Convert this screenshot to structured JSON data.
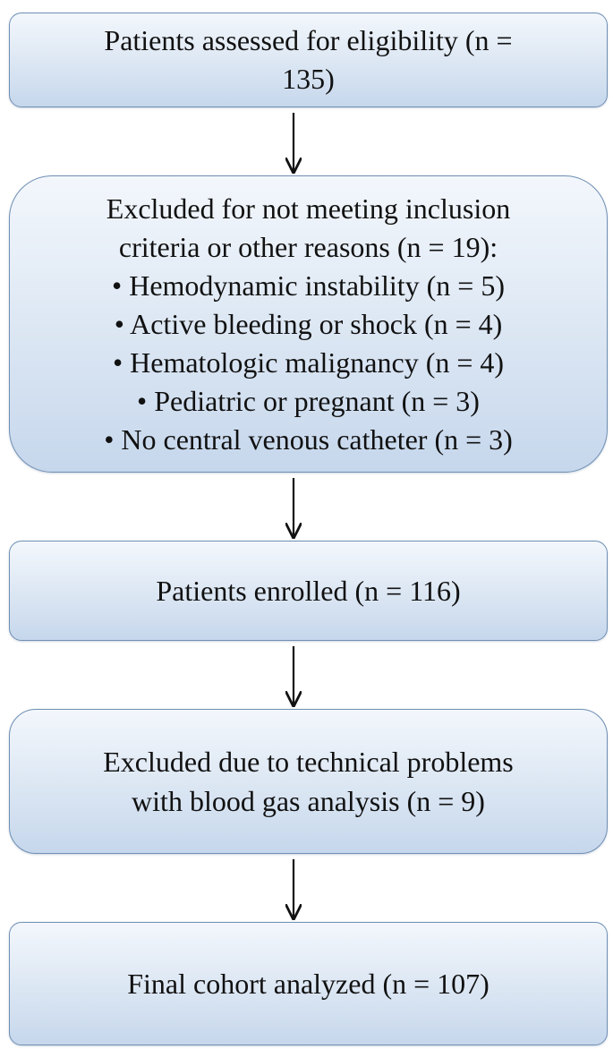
{
  "flowchart": {
    "steps": [
      {
        "lines": [
          "Patients assessed for eligibility (n =",
          "135)"
        ]
      },
      {
        "lines": [
          "Excluded for not meeting inclusion",
          "criteria or other reasons (n = 19):",
          "• Hemodynamic instability (n = 5)",
          "• Active bleeding or shock (n = 4)",
          "• Hematologic malignancy (n = 4)",
          "• Pediatric or pregnant (n = 3)",
          "• No central venous catheter (n = 3)"
        ]
      },
      {
        "lines": [
          "Patients enrolled (n = 116)"
        ]
      },
      {
        "lines": [
          "Excluded due to technical problems",
          "with blood gas analysis (n = 9)"
        ]
      },
      {
        "lines": [
          "Final cohort analyzed (n = 107)"
        ]
      }
    ]
  },
  "colors": {
    "box_border": "#6f8fb4",
    "box_fill_top": "#f3f7fc",
    "box_fill_bottom": "#c6d7ec",
    "arrow": "#111111",
    "text": "#111111"
  }
}
